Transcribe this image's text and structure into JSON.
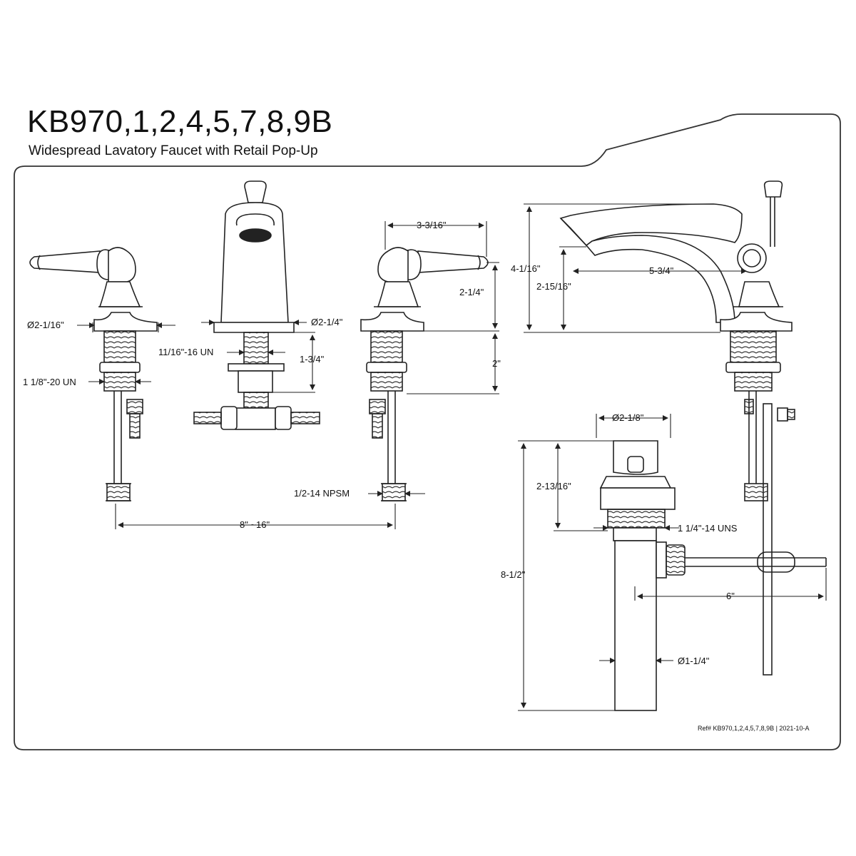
{
  "header": {
    "model": "KB970,1,2,4,5,7,8,9B",
    "description": "Widespread Lavatory Faucet with Retail Pop-Up"
  },
  "dimensions": {
    "handle_escutcheon_dia": "Ø2-1/16\"",
    "handle_shank_thread": "1 1/8\"-20 UN",
    "spout_escutcheon_dia": "Ø2-1/4\"",
    "spout_shank_thread": "11/16\"-16 UN",
    "spout_shank_length": "1-3/4\"",
    "handle_reach": "3-3/16\"",
    "handle_height": "2-1/4\"",
    "shank_length": "2\"",
    "supply_thread": "1/2-14 NPSM",
    "center_spread": "8\" ~16\"",
    "overall_height": "4-1/16\"",
    "aerator_height": "2-15/16\"",
    "spout_reach": "5-3/4\"",
    "drain_flange_dia": "Ø2-1/8\"",
    "drain_flange_height": "2-13/16\"",
    "drain_body_thread": "1 1/4\"-14 UNS",
    "drain_overall_length": "8-1/2\"",
    "pivot_rod_length": "6\"",
    "tailpiece_dia": "Ø1-1/4\""
  },
  "footer": {
    "reference": "Ref# KB970,1,2,4,5,7,8,9B | 2021-10-A"
  }
}
